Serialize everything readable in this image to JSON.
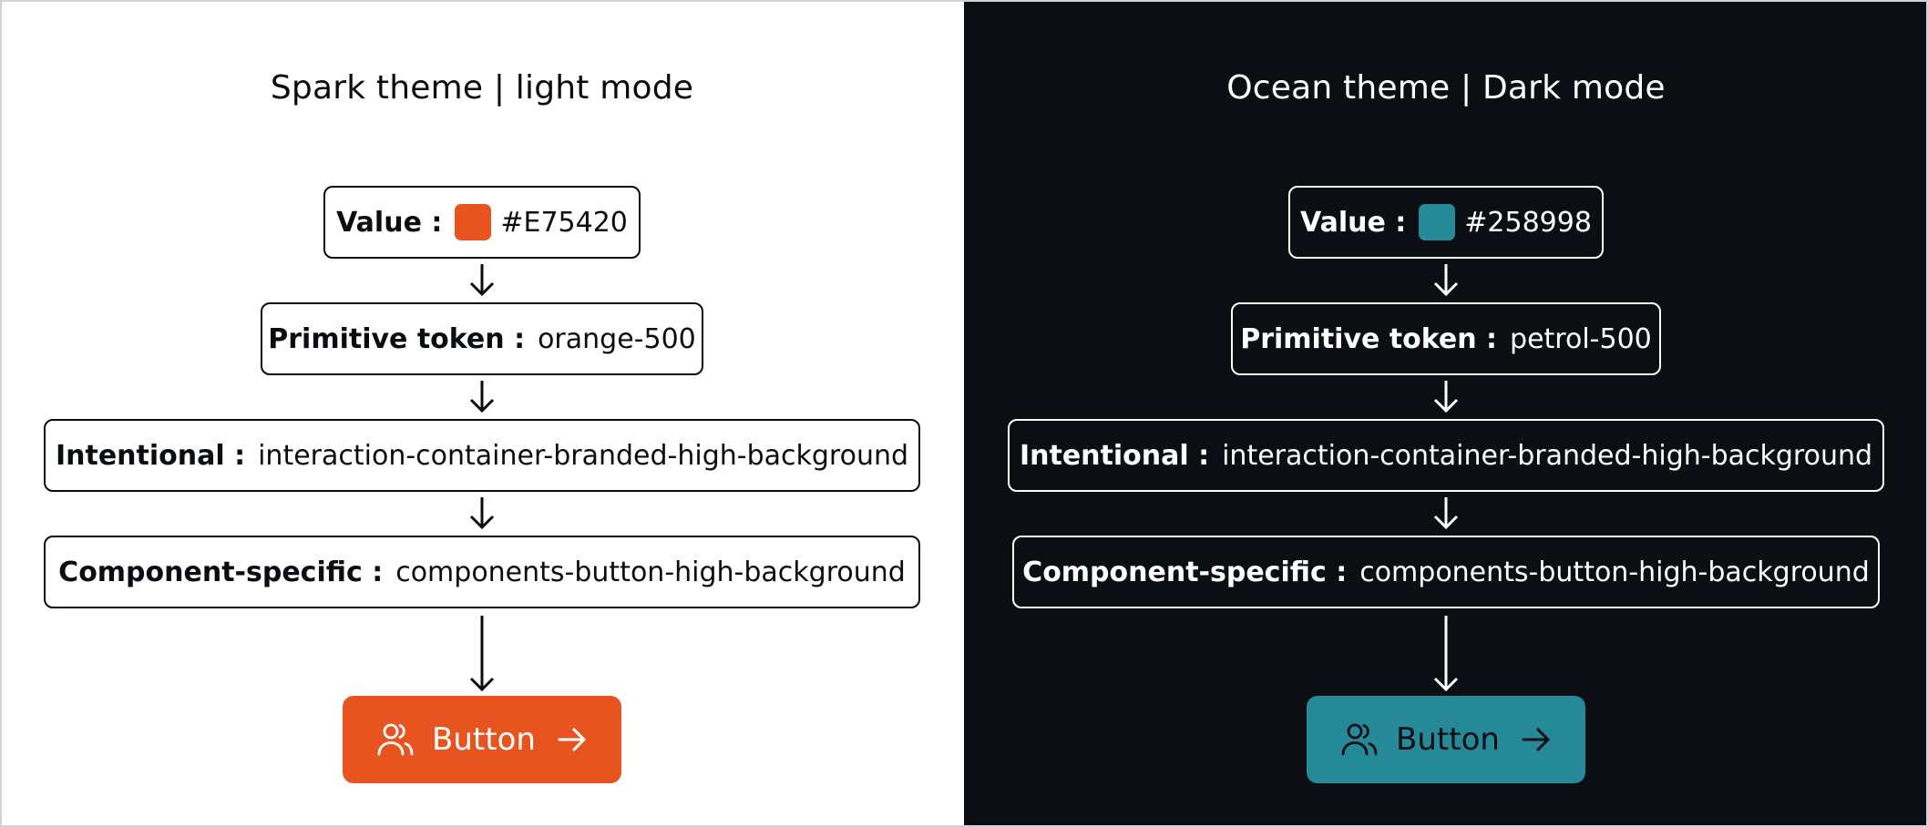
{
  "panels": {
    "light": {
      "title": "Spark theme | light mode",
      "value_label": "Value :",
      "value_hex": "#E75420",
      "primitive_label": "Primitive token :",
      "primitive_value": "orange-500",
      "intentional_label": "Intentional :",
      "intentional_value": "interaction-container-branded-high-background",
      "component_label": "Component-specific :",
      "component_value": "components-button-high-background",
      "button_label": "Button",
      "button_icon": "users-icon",
      "button_trailing_icon": "arrow-right-icon",
      "colors": {
        "background": "#ffffff",
        "foreground": "#0a0d10",
        "accent": "#E75420",
        "button_text": "#ffffff"
      }
    },
    "dark": {
      "title": "Ocean theme | Dark mode",
      "value_label": "Value :",
      "value_hex": "#258998",
      "primitive_label": "Primitive token :",
      "primitive_value": "petrol-500",
      "intentional_label": "Intentional :",
      "intentional_value": "interaction-container-branded-high-background",
      "component_label": "Component-specific :",
      "component_value": "components-button-high-background",
      "button_label": "Button",
      "button_icon": "users-icon",
      "button_trailing_icon": "arrow-right-icon",
      "colors": {
        "background": "#0b0f13",
        "foreground": "#ffffff",
        "accent": "#258998",
        "button_text": "#0b0f13"
      }
    }
  }
}
